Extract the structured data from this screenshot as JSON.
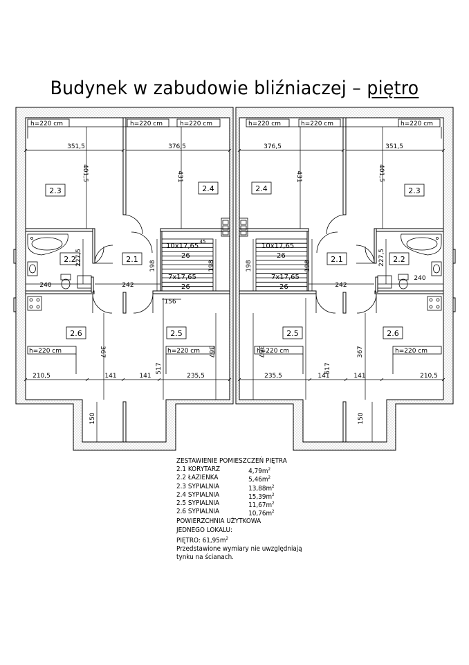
{
  "title": {
    "main": "Budynek w zabudowie bliźniaczej – ",
    "floor": "piętro"
  },
  "plan": {
    "ceiling_note": "h=220 cm",
    "stairs": [
      "10x17,65",
      "26",
      "7x17,65",
      "26"
    ],
    "left_unit": {
      "room_labels": [
        "2.1",
        "2.2",
        "2.3",
        "2.4",
        "2.5",
        "2.6"
      ],
      "dimensions": [
        "351,5",
        "376,5",
        "401,5",
        "431",
        "227,5",
        "240",
        "242",
        "198",
        "198",
        "156",
        "367",
        "367",
        "517",
        "210,5",
        "141",
        "141",
        "235,5",
        "150",
        "45"
      ]
    },
    "right_unit": {
      "room_labels": [
        "2.1",
        "2.2",
        "2.3",
        "2.4",
        "2.5",
        "2.6"
      ],
      "dimensions": [
        "376,5",
        "351,5",
        "431",
        "401,5",
        "198",
        "198",
        "227,5",
        "240",
        "242",
        "367",
        "517",
        "367",
        "235,5",
        "141",
        "141",
        "210,5",
        "150"
      ]
    }
  },
  "legend": {
    "heading": "ZESTAWIENIE POMIESZCZEŃ PIĘTRA",
    "rooms": [
      {
        "name": "2.1 KORYTARZ",
        "area": "4,79m"
      },
      {
        "name": "2.2 ŁAZIENKA",
        "area": "5,46m"
      },
      {
        "name": "2.3 SYPIALNIA",
        "area": "13,88m"
      },
      {
        "name": "2.4 SYPIALNIA",
        "area": "15,39m"
      },
      {
        "name": "2.5 SYPIALNIA",
        "area": "11,67m"
      },
      {
        "name": "2.6 SYPIALNIA",
        "area": "10,76m"
      }
    ],
    "area_unit_exp": "2",
    "usable_line1": "POWIERZCHNIA UŻYTKOWA",
    "usable_line2": "JEDNEGO LOKALU:",
    "floor_area": "PIĘTRO: 61,95m",
    "note_line1": "Przedstawione wymiary nie uwzględniają",
    "note_line2": "tynku na ścianach."
  }
}
